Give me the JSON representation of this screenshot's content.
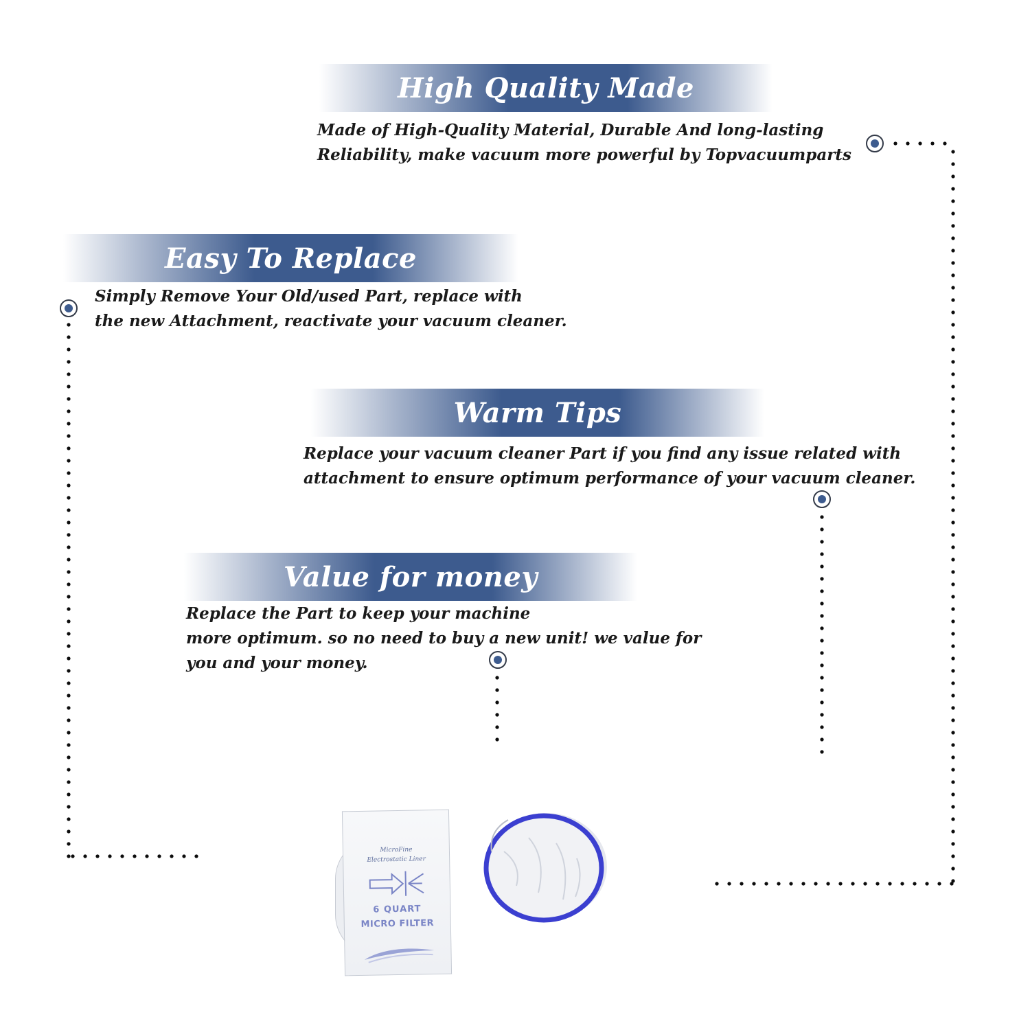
{
  "sections": [
    {
      "id": "high-quality",
      "title": "High Quality Made",
      "lines": [
        "Made of  High-Quality Material, Durable And long-lasting",
        "Reliability, make vacuum more powerful by Topvacuumparts"
      ]
    },
    {
      "id": "easy-replace",
      "title": "Easy To Replace",
      "lines": [
        "Simply Remove Your Old/used Part, replace with",
        "the new Attachment, reactivate your vacuum cleaner."
      ]
    },
    {
      "id": "warm-tips",
      "title": "Warm Tips",
      "lines": [
        "Replace your vacuum cleaner Part if you find any issue related with",
        " attachment to ensure optimum performance of your vacuum cleaner."
      ]
    },
    {
      "id": "value-money",
      "title": "Value for money",
      "lines": [
        "Replace the Part to keep your machine",
        "more optimum. so no need to buy a new unit! we value for",
        "you and your money."
      ]
    }
  ],
  "product": {
    "bag_text_line1": "MicroFine",
    "bag_text_line2": "Electrostatic Liner",
    "bag_capacity": "6  QUART",
    "bag_type": "MICRO FILTER",
    "bag_icon": "airflow-arrow-icon",
    "ring_icon": "filter-ring-icon"
  },
  "colors": {
    "banner_blue": "#3d5b8e",
    "marker_blue": "#3d5b8e",
    "ring_blue": "#3b3fd0",
    "dots": "#0c0c0c"
  }
}
